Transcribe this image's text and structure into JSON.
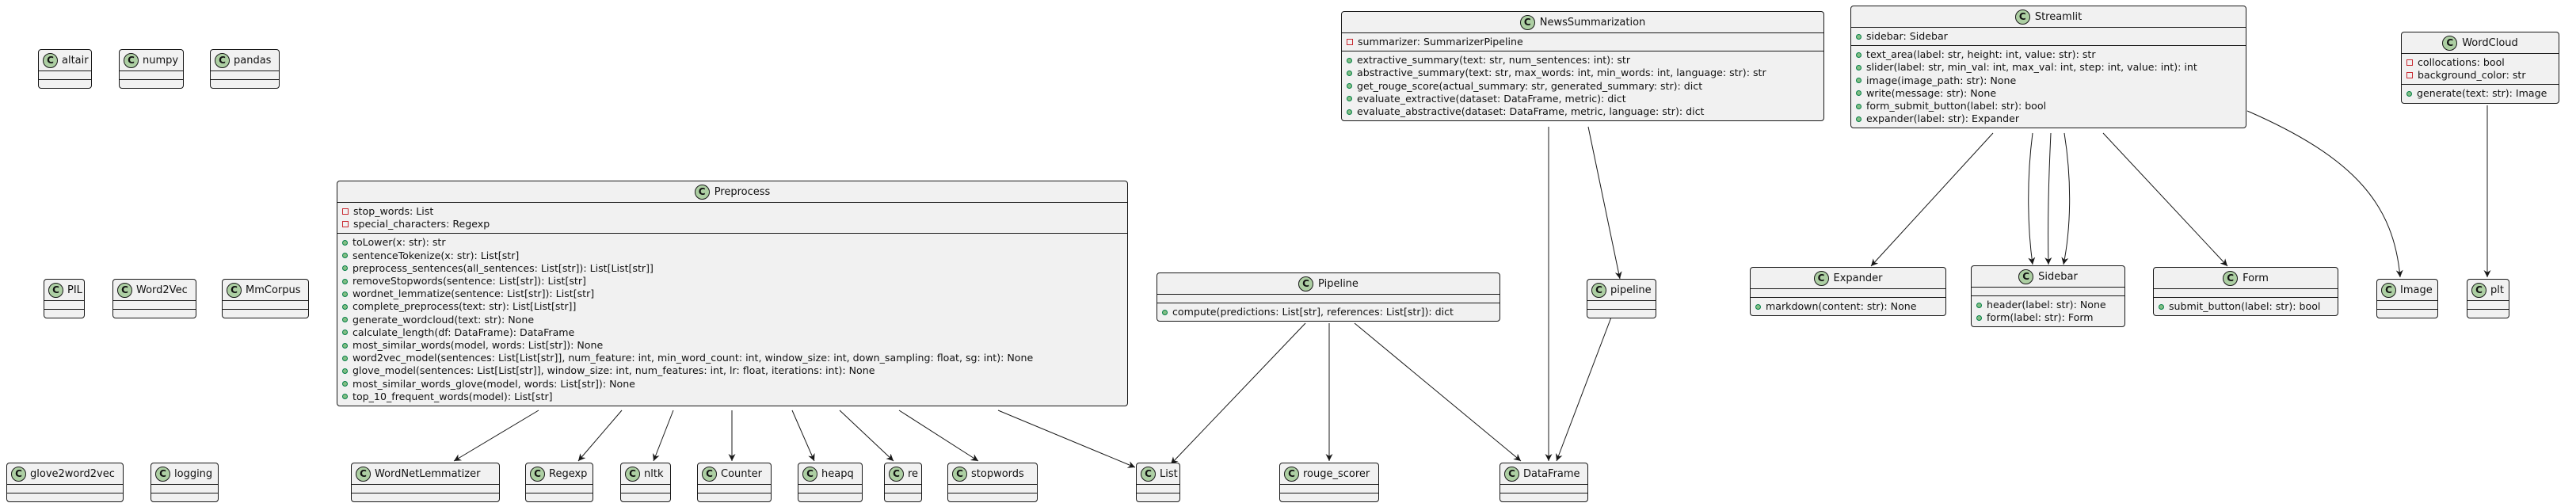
{
  "diagram_title": "",
  "stereotype_letter": "C",
  "classes": {
    "altair": {
      "name": "altair",
      "fields": [],
      "methods": []
    },
    "numpy": {
      "name": "numpy",
      "fields": [],
      "methods": []
    },
    "pandas": {
      "name": "pandas",
      "fields": [],
      "methods": []
    },
    "PIL": {
      "name": "PIL",
      "fields": [],
      "methods": []
    },
    "Word2Vec": {
      "name": "Word2Vec",
      "fields": [],
      "methods": []
    },
    "MmCorpus": {
      "name": "MmCorpus",
      "fields": [],
      "methods": []
    },
    "glove2word2vec": {
      "name": "glove2word2vec",
      "fields": [],
      "methods": []
    },
    "logging": {
      "name": "logging",
      "fields": [],
      "methods": []
    },
    "Preprocess": {
      "name": "Preprocess",
      "fields": [
        "stop_words: List",
        "special_characters: Regexp"
      ],
      "methods": [
        "toLower(x: str): str",
        "sentenceTokenize(x: str): List[str]",
        "preprocess_sentences(all_sentences: List[str]): List[List[str]]",
        "removeStopwords(sentence: List[str]): List[str]",
        "wordnet_lemmatize(sentence: List[str]): List[str]",
        "complete_preprocess(text: str): List[List[str]]",
        "generate_wordcloud(text: str): None",
        "calculate_length(df: DataFrame): DataFrame",
        "most_similar_words(model, words: List[str]): None",
        "word2vec_model(sentences: List[List[str]], num_feature: int, min_word_count: int, window_size: int, down_sampling: float, sg: int): None",
        "glove_model(sentences: List[List[str]], window_size: int, num_features: int, lr: float, iterations: int): None",
        "most_similar_words_glove(model, words: List[str]): None",
        "top_10_frequent_words(model): List[str]"
      ]
    },
    "NewsSummarization": {
      "name": "NewsSummarization",
      "fields": [
        "summarizer: SummarizerPipeline"
      ],
      "methods": [
        "extractive_summary(text: str, num_sentences: int): str",
        "abstractive_summary(text: str, max_words: int, min_words: int, language: str): str",
        "get_rouge_score(actual_summary: str, generated_summary: str): dict",
        "evaluate_extractive(dataset: DataFrame, metric): dict",
        "evaluate_abstractive(dataset: DataFrame, metric, language: str): dict"
      ]
    },
    "Streamlit": {
      "name": "Streamlit",
      "fields": [
        "sidebar: Sidebar"
      ],
      "methods": [
        "text_area(label: str, height: int, value: str): str",
        "slider(label: str, min_val: int, max_val: int, step: int, value: int): int",
        "image(image_path: str): None",
        "write(message: str): None",
        "form_submit_button(label: str): bool",
        "expander(label: str): Expander"
      ]
    },
    "WordCloud": {
      "name": "WordCloud",
      "fields": [
        "collocations: bool",
        "background_color: str"
      ],
      "methods": [
        "generate(text: str): Image"
      ]
    },
    "Pipeline": {
      "name": "Pipeline",
      "fields": [],
      "methods": [
        "compute(predictions: List[str], references: List[str]): dict"
      ]
    },
    "pipeline": {
      "name": "pipeline",
      "fields": [],
      "methods": []
    },
    "Expander": {
      "name": "Expander",
      "fields": [],
      "methods": [
        "markdown(content: str): None"
      ]
    },
    "Sidebar": {
      "name": "Sidebar",
      "fields": [],
      "methods": [
        "header(label: str): None",
        "form(label: str): Form"
      ]
    },
    "Form": {
      "name": "Form",
      "fields": [],
      "methods": [
        "submit_button(label: str): bool"
      ]
    },
    "Image": {
      "name": "Image",
      "fields": [],
      "methods": []
    },
    "plt": {
      "name": "plt",
      "fields": [],
      "methods": []
    },
    "WordNetLemmatizer": {
      "name": "WordNetLemmatizer",
      "fields": [],
      "methods": []
    },
    "Regexp": {
      "name": "Regexp",
      "fields": [],
      "methods": []
    },
    "nltk": {
      "name": "nltk",
      "fields": [],
      "methods": []
    },
    "Counter": {
      "name": "Counter",
      "fields": [],
      "methods": []
    },
    "heapq": {
      "name": "heapq",
      "fields": [],
      "methods": []
    },
    "re": {
      "name": "re",
      "fields": [],
      "methods": []
    },
    "stopwords": {
      "name": "stopwords",
      "fields": [],
      "methods": []
    },
    "List": {
      "name": "List",
      "fields": [],
      "methods": []
    },
    "rouge_scorer": {
      "name": "rouge_scorer",
      "fields": [],
      "methods": []
    },
    "DataFrame": {
      "name": "DataFrame",
      "fields": [],
      "methods": []
    }
  },
  "relations": [
    {
      "from": "Preprocess",
      "to": "WordNetLemmatizer"
    },
    {
      "from": "Preprocess",
      "to": "Regexp"
    },
    {
      "from": "Preprocess",
      "to": "nltk"
    },
    {
      "from": "Preprocess",
      "to": "Counter"
    },
    {
      "from": "Preprocess",
      "to": "heapq"
    },
    {
      "from": "Preprocess",
      "to": "re"
    },
    {
      "from": "Preprocess",
      "to": "stopwords"
    },
    {
      "from": "Preprocess",
      "to": "List"
    },
    {
      "from": "Pipeline",
      "to": "List"
    },
    {
      "from": "Pipeline",
      "to": "rouge_scorer"
    },
    {
      "from": "Pipeline",
      "to": "DataFrame"
    },
    {
      "from": "NewsSummarization",
      "to": "DataFrame"
    },
    {
      "from": "NewsSummarization",
      "to": "pipeline"
    },
    {
      "from": "pipeline",
      "to": "DataFrame"
    },
    {
      "from": "Streamlit",
      "to": "Expander"
    },
    {
      "from": "Streamlit",
      "to": "Sidebar"
    },
    {
      "from": "Streamlit",
      "to": "Sidebar"
    },
    {
      "from": "Streamlit",
      "to": "Sidebar"
    },
    {
      "from": "Streamlit",
      "to": "Form"
    },
    {
      "from": "Streamlit",
      "to": "Image"
    },
    {
      "from": "WordCloud",
      "to": "plt"
    }
  ]
}
